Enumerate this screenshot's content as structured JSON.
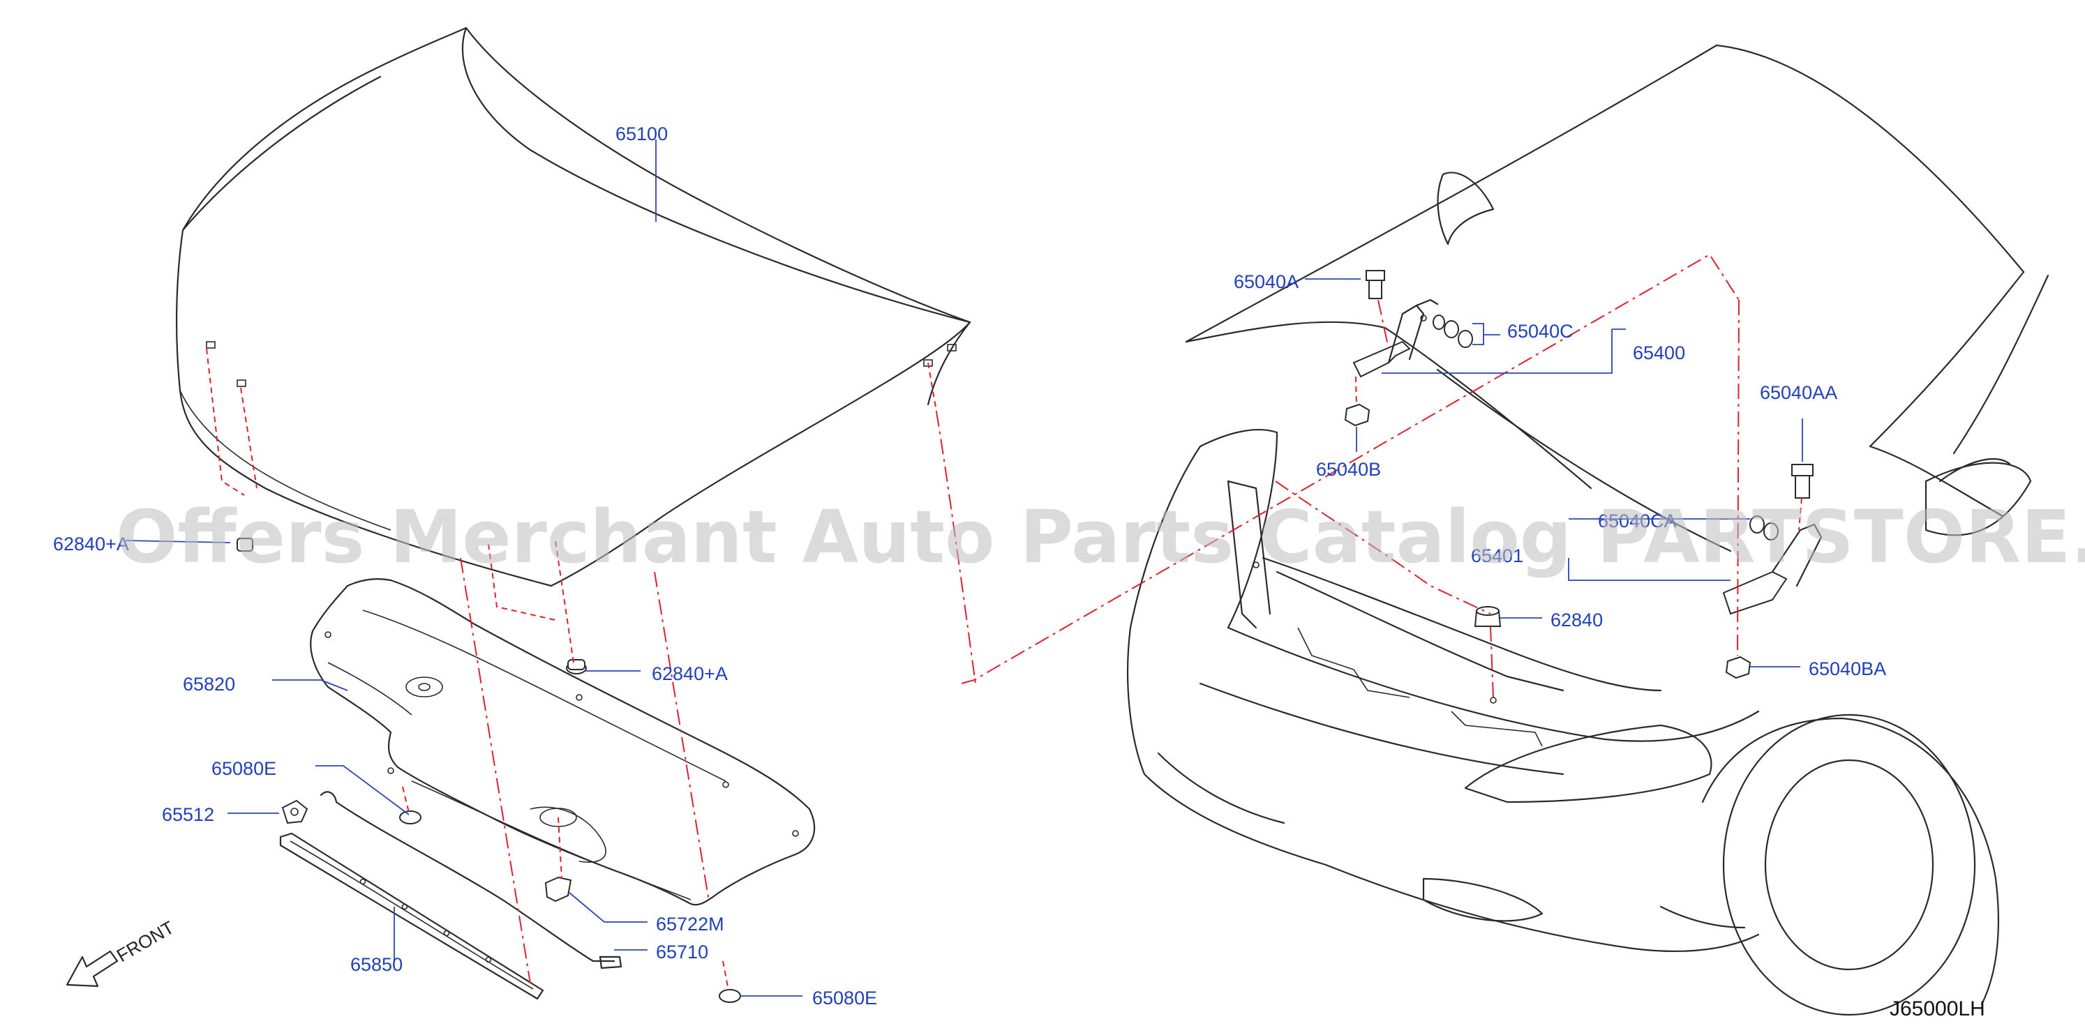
{
  "diagram_code": "J65000LH",
  "front_label": "FRONT",
  "watermark": "Offers Merchant Auto Parts Catalog PARTSTORE.SA",
  "callouts": {
    "p65100": "65100",
    "p62840a_left": "62840+A",
    "p65820": "65820",
    "p62840a_mid": "62840+A",
    "p65080e_top": "65080E",
    "p65512": "65512",
    "p65722m": "65722M",
    "p65850": "65850",
    "p65710": "65710",
    "p65080e_bottom": "65080E",
    "p65040a": "65040A",
    "p65040c": "65040C",
    "p65400": "65400",
    "p65040b": "65040B",
    "p65040aa": "65040AA",
    "p65040ca": "65040CA",
    "p65401": "65401",
    "p62840": "62840",
    "p65040ba": "65040BA"
  },
  "colors": {
    "callout_text": "#1f3fbf",
    "leader": "#2a46b8",
    "centerline": "#e0202a",
    "linework": "#2a2a2a"
  }
}
